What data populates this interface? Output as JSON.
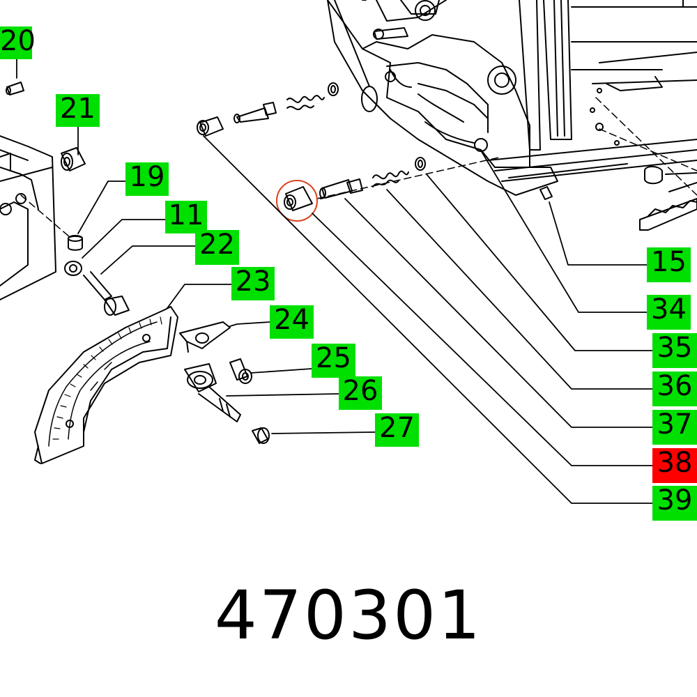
{
  "colors": {
    "label_default": "#00e000",
    "label_highlight": "#ff0000",
    "highlight_ring": "#d9431e",
    "line": "#000000"
  },
  "part_number": "470301",
  "callouts": [
    {
      "id": "20",
      "text": "20",
      "highlight": false
    },
    {
      "id": "21",
      "text": "21",
      "highlight": false
    },
    {
      "id": "19",
      "text": "19",
      "highlight": false
    },
    {
      "id": "11",
      "text": "11",
      "highlight": false
    },
    {
      "id": "22",
      "text": "22",
      "highlight": false
    },
    {
      "id": "23",
      "text": "23",
      "highlight": false
    },
    {
      "id": "24",
      "text": "24",
      "highlight": false
    },
    {
      "id": "25",
      "text": "25",
      "highlight": false
    },
    {
      "id": "26",
      "text": "26",
      "highlight": false
    },
    {
      "id": "27",
      "text": "27",
      "highlight": false
    },
    {
      "id": "15",
      "text": "15",
      "highlight": false
    },
    {
      "id": "34",
      "text": "34",
      "highlight": false
    },
    {
      "id": "35",
      "text": "35",
      "highlight": false
    },
    {
      "id": "36",
      "text": "36",
      "highlight": false
    },
    {
      "id": "37",
      "text": "37",
      "highlight": false
    },
    {
      "id": "38",
      "text": "38",
      "highlight": true
    },
    {
      "id": "39",
      "text": "39",
      "highlight": false
    }
  ]
}
